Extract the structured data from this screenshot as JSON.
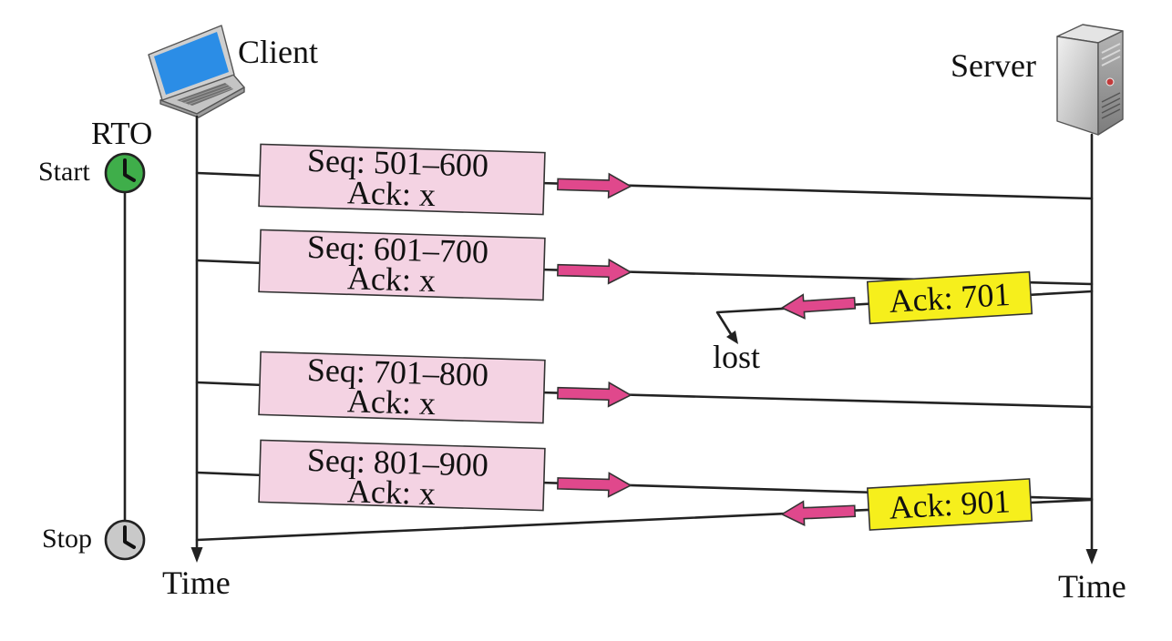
{
  "diagram": {
    "client": {
      "label": "Client",
      "time_label": "Time",
      "icon": "laptop-icon"
    },
    "server": {
      "label": "Server",
      "time_label": "Time",
      "icon": "server-icon"
    },
    "timer": {
      "label": "RTO",
      "start_label": "Start",
      "stop_label": "Stop",
      "icon": "clock-icon"
    },
    "segments": [
      {
        "seq": "Seq: 501–600",
        "ack": "Ack: x"
      },
      {
        "seq": "Seq: 601–700",
        "ack": "Ack: x"
      },
      {
        "seq": "Seq: 701–800",
        "ack": "Ack: x"
      },
      {
        "seq": "Seq: 801–900",
        "ack": "Ack: x"
      }
    ],
    "acks": [
      {
        "label": "Ack: 701",
        "lost_label": "lost"
      },
      {
        "label": "Ack: 901"
      }
    ]
  },
  "colors": {
    "segment_fill": "#f4d3e3",
    "ack_fill": "#f6ef1c",
    "arrow_fill": "#e0488c",
    "start_clock": "#3fae4a",
    "stop_clock": "#c9c9c9",
    "laptop_screen": "#2b8de6"
  }
}
